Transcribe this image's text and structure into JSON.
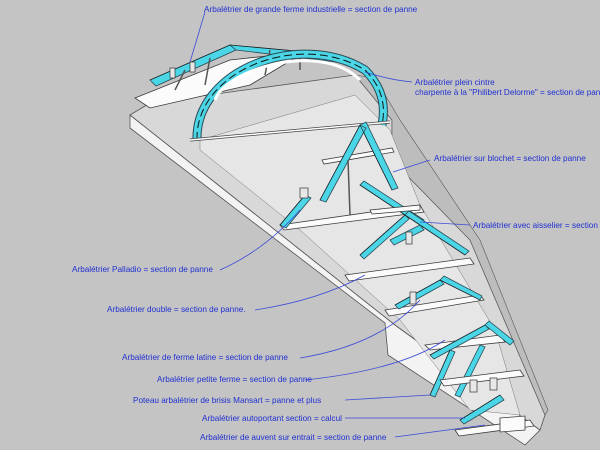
{
  "labels": [
    {
      "id": "grande-ferme",
      "text": "Arbalétrier de grande ferme industrielle  = section de panne"
    },
    {
      "id": "plein-cintre-1",
      "text": "Arbalétrier plein cintre"
    },
    {
      "id": "plein-cintre-2",
      "text": "charpente à la \"Philibert Delorme\" = section de panne"
    },
    {
      "id": "blochet",
      "text": "Arbalétrier sur blochet = section de panne"
    },
    {
      "id": "aisselier",
      "text": "Arbalétrier avec aisselier  = section de panne"
    },
    {
      "id": "palladio",
      "text": "Arbalétrier Palladio = section de panne"
    },
    {
      "id": "double",
      "text": "Arbalétrier double = section de panne."
    },
    {
      "id": "latine",
      "text": "Arbalétrier de ferme latine  =  section de panne"
    },
    {
      "id": "petite",
      "text": "Arbalétrier petite ferme = section de panne"
    },
    {
      "id": "mansart",
      "text": "Poteau arbalétrier de brisis Mansart  = panne et plus"
    },
    {
      "id": "autoportant",
      "text": "Arbalétrier autoportant  section = calcul"
    },
    {
      "id": "auvent",
      "text": "Arbalétrier de auvent sur entrait = section de panne"
    }
  ],
  "colors": {
    "background": "#c4c4c4",
    "label_text": "#1f2fd0",
    "rafter_highlight": "#4ad6e6",
    "timber": "#fbfbfb",
    "slab_top": "#d9d9d9",
    "slab_side": "#f2f2f2"
  }
}
